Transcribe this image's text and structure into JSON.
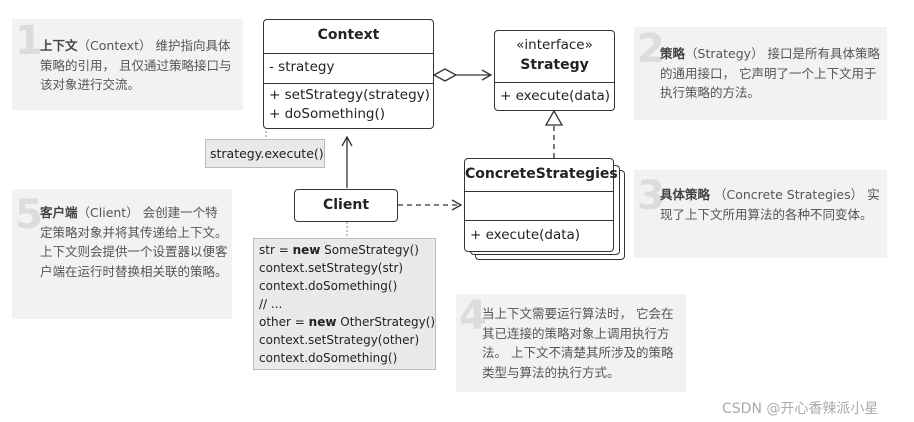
{
  "context": {
    "title": "Context",
    "field": "- strategy",
    "method_1": "+ setStrategy(strategy)",
    "method_2": "+ doSomething()"
  },
  "strategy": {
    "stereotype": "«interface»",
    "title": "Strategy",
    "method": "+ execute(data)"
  },
  "concrete": {
    "title": "ConcreteStrategies",
    "method": "+ execute(data)"
  },
  "client": {
    "title": "Client"
  },
  "context_note": "strategy.execute()",
  "client_code": {
    "line_1_kw": "new",
    "line_1_pre": "str = ",
    "line_1_post": " SomeStrategy()",
    "line_2": "context.setStrategy(str)",
    "line_3": "context.doSomething()",
    "line_4": "// ...",
    "line_5_pre": "other = ",
    "line_5_kw": "new",
    "line_5_post": " OtherStrategy()",
    "line_6": "context.setStrategy(other)",
    "line_7": "context.doSomething()"
  },
  "notes": [
    {
      "num": "1",
      "bold": "上下文",
      "text": "（Context） 维护指向具体策略的引用， 且仅通过策略接口与该对象进行交流。"
    },
    {
      "num": "2",
      "bold": "策略",
      "text": "（Strategy） 接口是所有具体策略的通用接口， 它声明了一个上下文用于执行策略的方法。"
    },
    {
      "num": "3",
      "bold": "具体策略",
      "text": " （Concrete Strategies） 实现了上下文所用算法的各种不同变体。"
    },
    {
      "num": "4",
      "bold": "",
      "text": "当上下文需要运行算法时， 它会在其已连接的策略对象上调用执行方法。 上下文不清楚其所涉及的策略类型与算法的执行方式。"
    },
    {
      "num": "5",
      "bold": "客户端",
      "text": "（Client） 会创建一个特定策略对象并将其传递给上下文。 上下文则会提供一个设置器以便客户端在运行时替换相关联的策略。"
    }
  ],
  "watermark": "CSDN @开心香辣派小星"
}
